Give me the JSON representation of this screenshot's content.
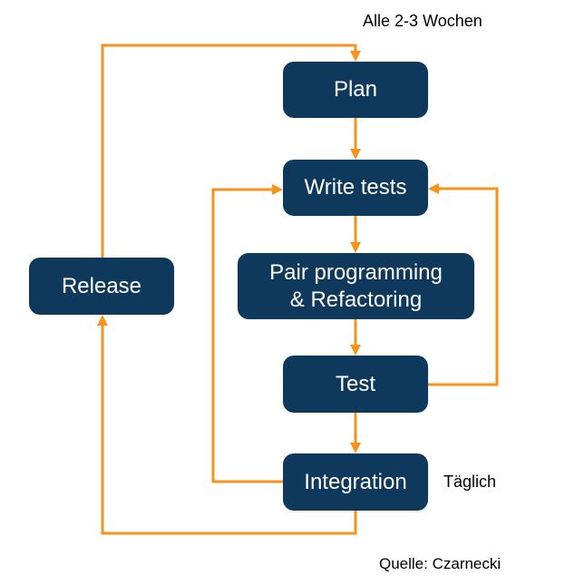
{
  "diagram_title": "XP development cycle flowchart",
  "colors": {
    "node_fill": "#0E395C",
    "node_text": "#FFFFFF",
    "arrow": "#F7921B",
    "label_text": "#000000",
    "background": "#FFFFFF"
  },
  "nodes": {
    "plan": {
      "label": "Plan"
    },
    "write_tests": {
      "label": "Write tests"
    },
    "pair": {
      "label": "Pair programming & Refactoring",
      "line1": "Pair programming",
      "line2": "& Refactoring"
    },
    "test": {
      "label": "Test"
    },
    "integration": {
      "label": "Integration"
    },
    "release": {
      "label": "Release"
    }
  },
  "labels": {
    "cycle": "Alle 2-3 Wochen",
    "daily": "Täglich",
    "source": "Quelle: Czarnecki"
  },
  "edges": [
    {
      "from": "Release",
      "to": "Plan",
      "annotation": "Alle 2-3 Wochen"
    },
    {
      "from": "Plan",
      "to": "Write tests"
    },
    {
      "from": "Write tests",
      "to": "Pair programming & Refactoring"
    },
    {
      "from": "Pair programming & Refactoring",
      "to": "Test"
    },
    {
      "from": "Test",
      "to": "Integration"
    },
    {
      "from": "Test",
      "to": "Write tests"
    },
    {
      "from": "Integration",
      "to": "Write tests",
      "annotation": "Täglich"
    },
    {
      "from": "Integration",
      "to": "Release"
    }
  ]
}
